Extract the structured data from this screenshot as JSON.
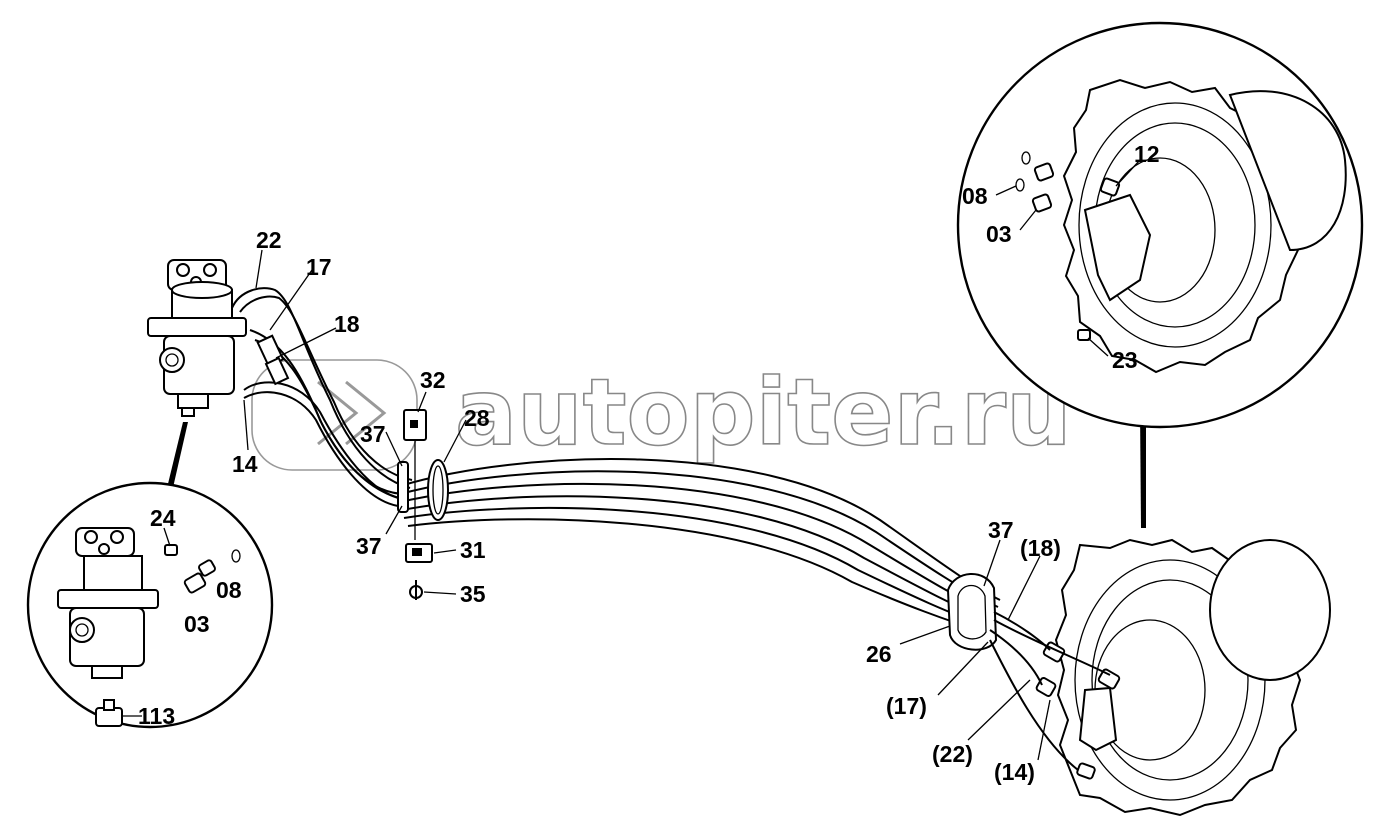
{
  "watermark": "autopiter.ru",
  "labels": {
    "l22": "22",
    "l17": "17",
    "l18": "18",
    "l14": "14",
    "l32": "32",
    "l28": "28",
    "l37a": "37",
    "l37b": "37",
    "l31": "31",
    "l35": "35",
    "l24": "24",
    "l08a": "08",
    "l03a": "03",
    "l113": "113",
    "l12": "12",
    "l08b": "08",
    "l03b": "03",
    "l23": "23",
    "l37c": "37",
    "l18p": "(18)",
    "l26": "26",
    "l17p": "(17)",
    "l22p": "(22)",
    "l14p": "(14)"
  }
}
